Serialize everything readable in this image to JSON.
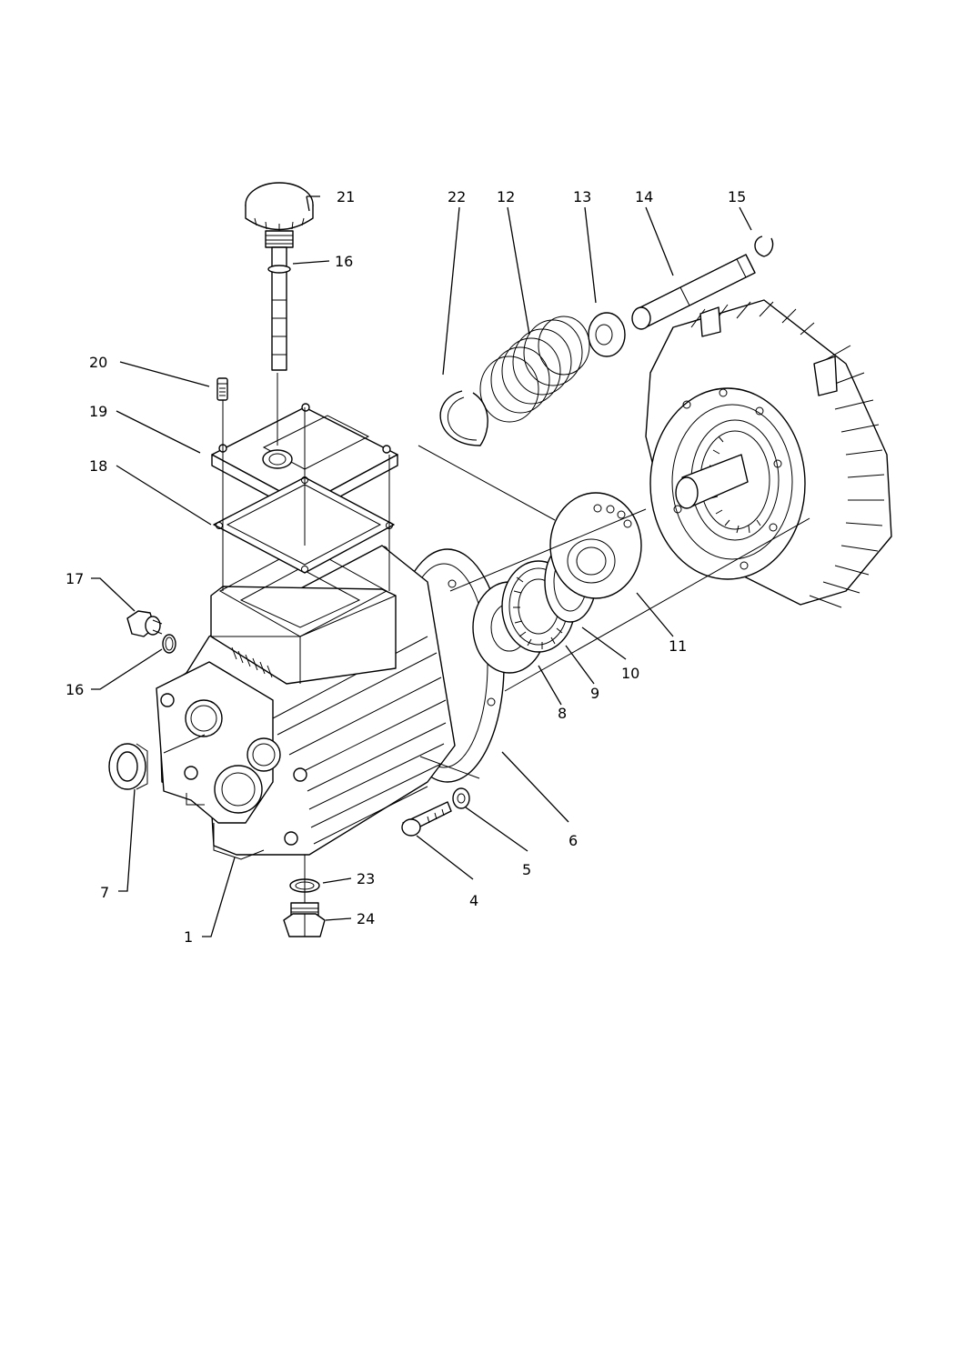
{
  "callouts": {
    "c1": "1",
    "c4": "4",
    "c5": "5",
    "c6": "6",
    "c7": "7",
    "c8": "8",
    "c9": "9",
    "c10": "10",
    "c11": "11",
    "c12": "12",
    "c13": "13",
    "c14": "14",
    "c15": "15",
    "c16a": "16",
    "c16b": "16",
    "c17": "17",
    "c18": "18",
    "c19": "19",
    "c20": "20",
    "c21": "21",
    "c22": "22",
    "c23": "23",
    "c24": "24"
  }
}
